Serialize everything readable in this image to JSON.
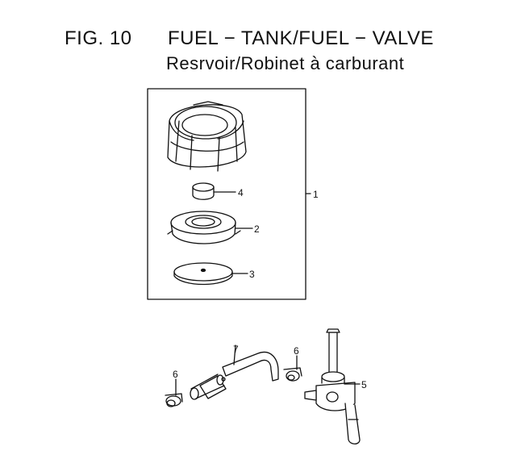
{
  "header": {
    "fig_label": "FIG. 10",
    "title_en": "FUEL − TANK/FUEL − VALVE",
    "title_fr": "Resrvoir/Robinet à carburant"
  },
  "callouts": {
    "p1": "1",
    "p2": "2",
    "p3": "3",
    "p4": "4",
    "p5": "5",
    "p6a": "6",
    "p6b": "6",
    "p7": "7"
  },
  "colors": {
    "line": "#111111",
    "background": "#ffffff"
  }
}
